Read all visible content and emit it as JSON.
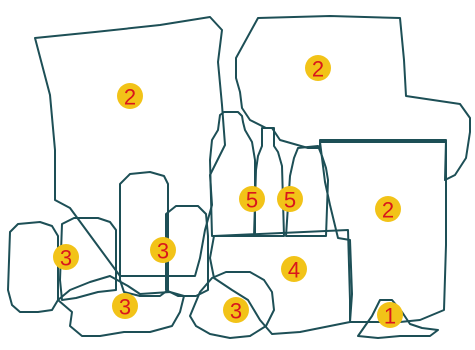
{
  "scene": {
    "colors": {
      "outline": "#1d4f56",
      "badge_fill": "#f2c318",
      "badge_text": "#d9161c",
      "background": "#ffffff"
    },
    "labels": {
      "cardboard_left": "2",
      "cardboard_right_top": "2",
      "cardboard_right_mid": "2",
      "bottle_left": "5",
      "bottle_right": "5",
      "can_left": "3",
      "can_middle": "3",
      "can_crushed_left": "3",
      "can_crushed_right": "3",
      "box_center": "4",
      "scrap_small": "1"
    }
  }
}
